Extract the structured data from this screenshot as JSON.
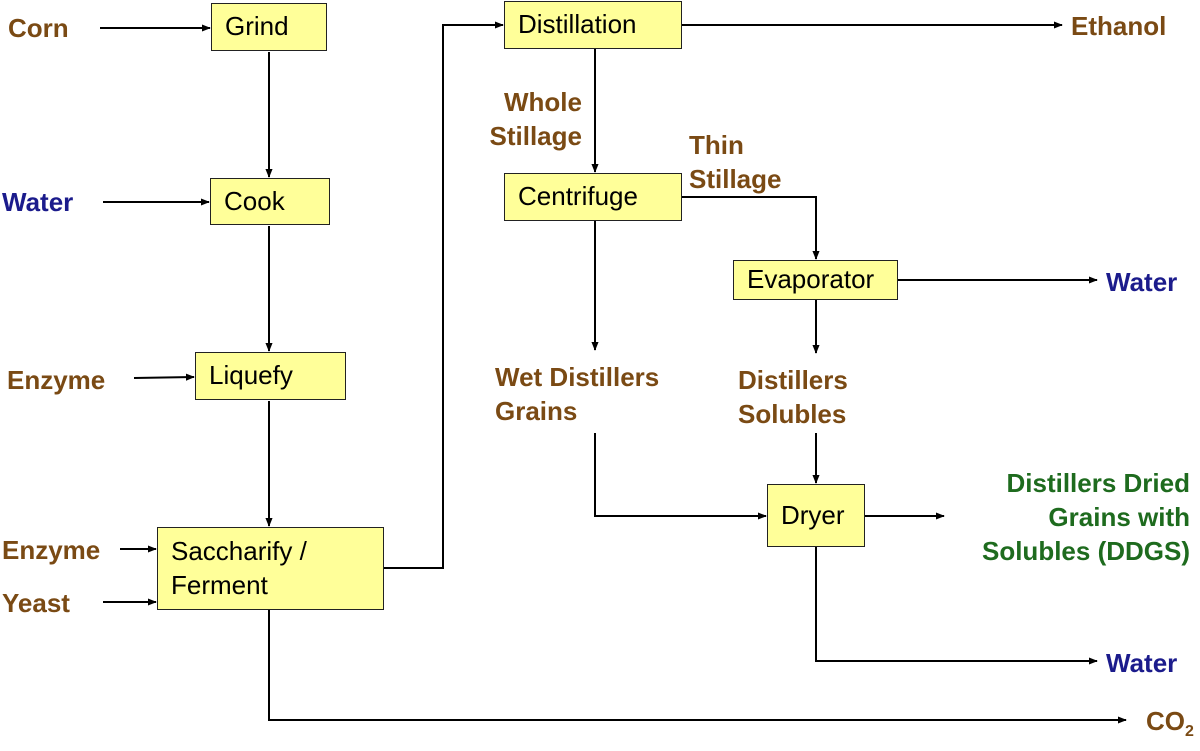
{
  "inputs": {
    "corn": "Corn",
    "water": "Water",
    "enzyme_1": "Enzyme",
    "enzyme_2": "Enzyme",
    "yeast": "Yeast"
  },
  "processes": {
    "grind": "Grind",
    "cook": "Cook",
    "liquefy": "Liquefy",
    "saccharify_line1": "Saccharify /",
    "saccharify_line2": "Ferment",
    "distillation": "Distillation",
    "centrifuge": "Centrifuge",
    "evaporator": "Evaporator",
    "dryer": "Dryer"
  },
  "streams": {
    "whole_stillage_line1": "Whole",
    "whole_stillage_line2": "Stillage",
    "thin_stillage_line1": "Thin",
    "thin_stillage_line2": "Stillage",
    "wet_grains_line1": "Wet Distillers",
    "wet_grains_line2": "Grains",
    "solubles_line1": "Distillers",
    "solubles_line2": "Solubles"
  },
  "outputs": {
    "ethanol": "Ethanol",
    "water_evaporator": "Water",
    "ddgs_line1": "Distillers Dried",
    "ddgs_line2": "Grains with",
    "ddgs_line3": "Solubles (DDGS)",
    "water_dryer": "Water",
    "co2_base": "CO",
    "co2_sub": "2"
  },
  "colors": {
    "box_fill": "#ffff99",
    "input_label": "#7a4a14",
    "water_label": "#1b1b8c",
    "product_label": "#1e6b1e",
    "line": "#000000"
  }
}
